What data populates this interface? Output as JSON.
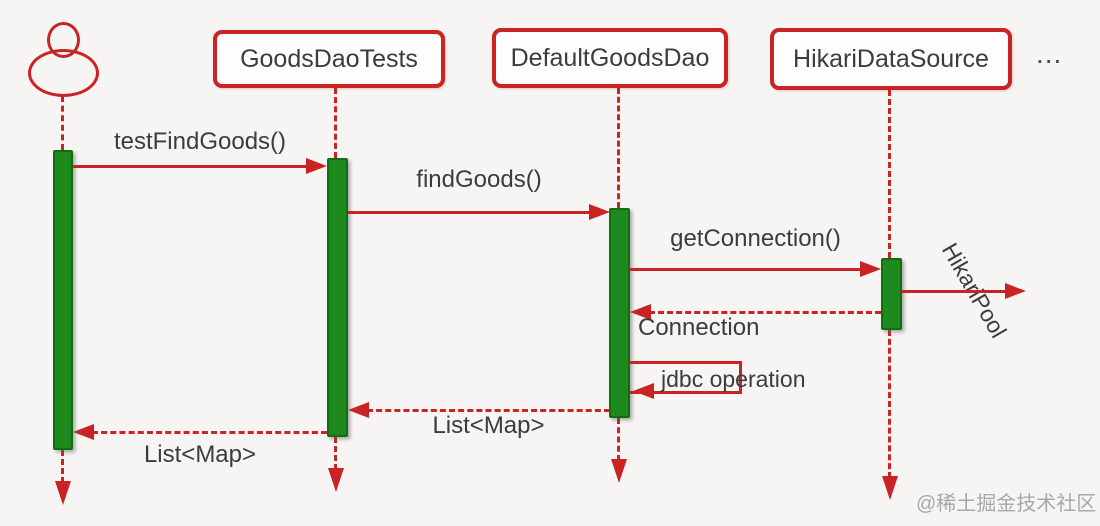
{
  "colors": {
    "red": "#c92323",
    "green": "#1e8a1e",
    "green_border": "#0f6e10",
    "text": "#3c3c3c",
    "watermark": "#a8a8a8",
    "background": "#f6f5f3"
  },
  "lifelines": {
    "user": {
      "label": "",
      "type": "actor-stick-figure"
    },
    "tests": {
      "label": "GoodsDaoTests"
    },
    "dao": {
      "label": "DefaultGoodsDao"
    },
    "datasource": {
      "label": "HikariDataSource"
    },
    "more": {
      "label": "..."
    }
  },
  "messages": {
    "test_find_goods": {
      "label": "testFindGoods()",
      "type": "sync-call"
    },
    "find_goods": {
      "label": "findGoods()",
      "type": "sync-call"
    },
    "get_connection": {
      "label": "getConnection()",
      "type": "sync-call"
    },
    "hikari_pool": {
      "label": "HikariPool",
      "type": "sync-call"
    },
    "connection": {
      "label": "Connection",
      "type": "return"
    },
    "jdbc_operation": {
      "label": "jdbc operation",
      "type": "self-call"
    },
    "list_map_inner": {
      "label": "List<Map>",
      "type": "return"
    },
    "list_map_outer": {
      "label": "List<Map>",
      "type": "return"
    }
  },
  "watermark": "@稀土掘金技术社区"
}
